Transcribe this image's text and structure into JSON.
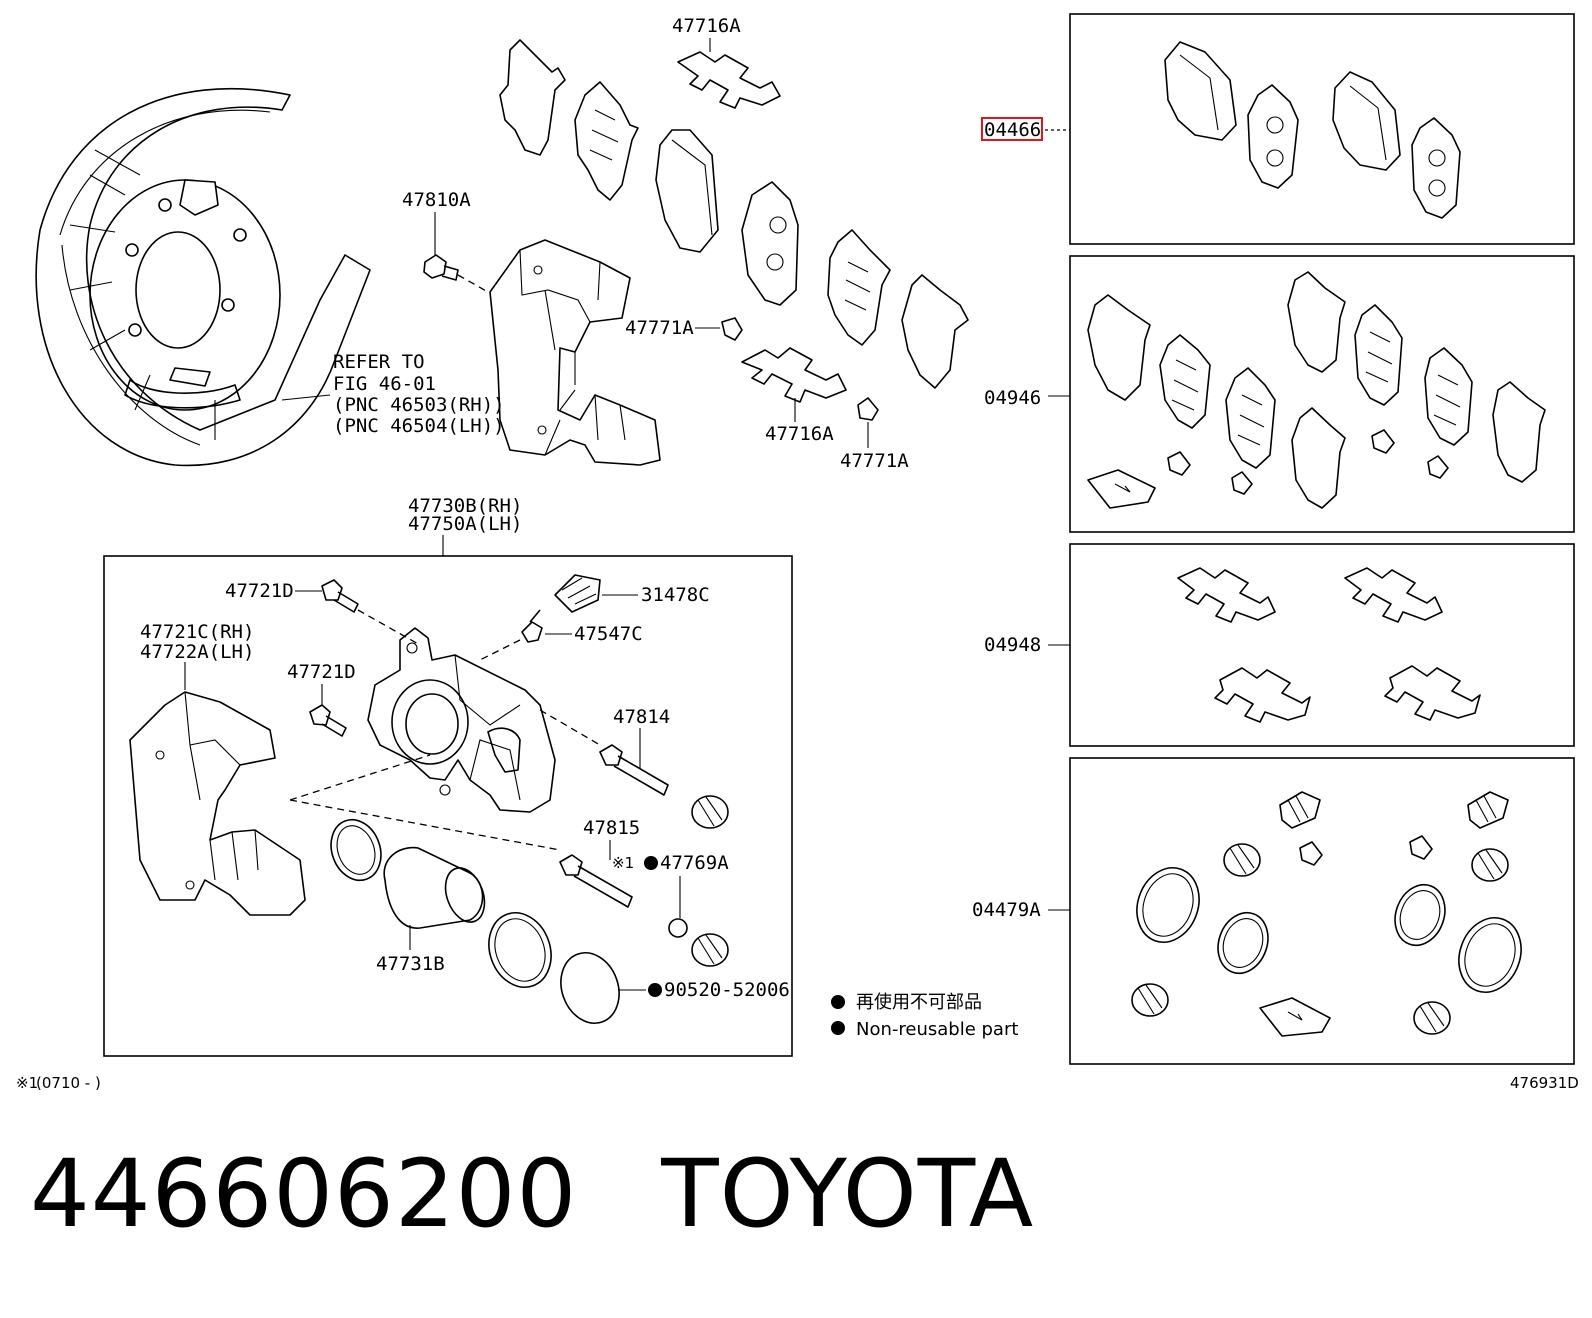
{
  "labels": {
    "l47716a_top": "47716A",
    "l47810a": "47810A",
    "l47771a_left": "47771A",
    "l47716a_bottom": "47716A",
    "l47771a_bottom": "47771A",
    "refer1": "REFER TO",
    "refer2": "FIG 46-01",
    "refer3": "(PNC 46503(RH))",
    "refer4": "(PNC 46504(LH))",
    "l47730b": "47730B(RH)",
    "l47750a": "47750A(LH)",
    "l47721d_a": "47721D",
    "l31478c": "31478C",
    "l47547c": "47547C",
    "l47721c": "47721C(RH)",
    "l47722a": "47722A(LH)",
    "l47721d_b": "47721D",
    "l47814": "47814",
    "l47815": "47815",
    "l47769a_mark": "※1",
    "l47769a": "47769A",
    "l47731b": "47731B",
    "l90520": "90520-52006",
    "l04466": "04466",
    "l04946": "04946",
    "l04948": "04948",
    "l04479a": "04479A"
  },
  "legend": {
    "jp": "再使用不可部品",
    "en": "Non-reusable part"
  },
  "footnote": {
    "mark": "※1",
    "range": "(0710 -        )"
  },
  "figure_id": "476931D",
  "caption": {
    "part_number": "446606200",
    "brand": "TOYOTA"
  },
  "highlight_color": "#e0161d"
}
